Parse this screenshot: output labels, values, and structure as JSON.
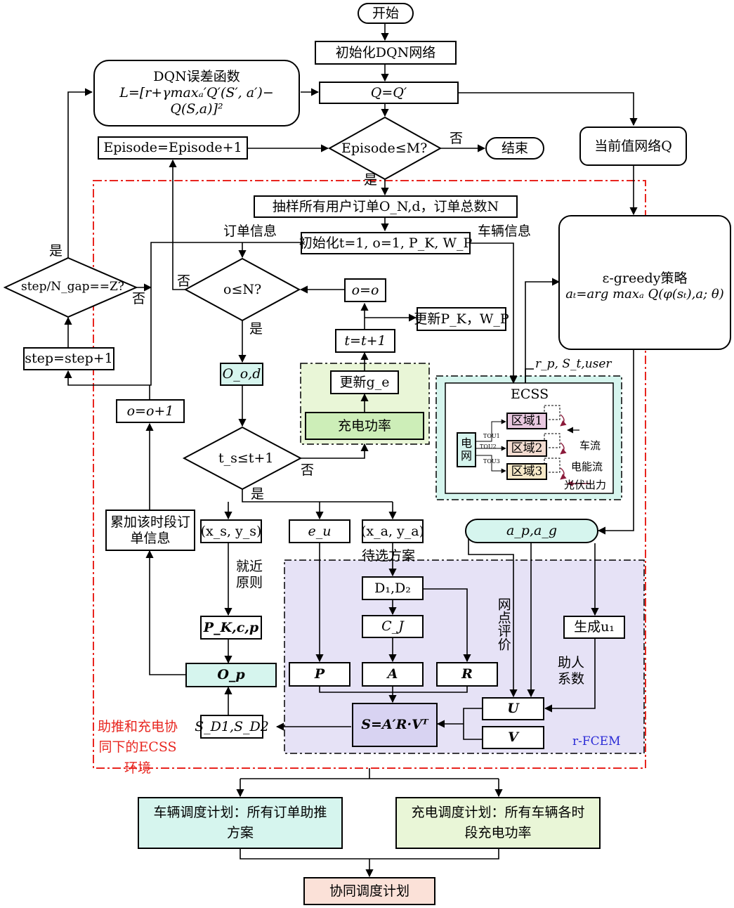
{
  "nodes": {
    "start": "开始",
    "init_dqn": "初始化DQN网络",
    "dqn_loss_title": "DQN误差函数",
    "dqn_loss_l1": "L=[r+γmaxₐ′Q′(S′, a′)−",
    "dqn_loss_l2": "Q(S,a)]²",
    "q_assign": "Q=Q′",
    "episode_inc": "Episode=Episode+1",
    "episode_check": "Episode≤M?",
    "end": "结束",
    "current_q": "当前值网络Q",
    "sample_orders": "抽样所有用户订单O_N,d，订单总数N",
    "init_t": "初始化t=1, o=1, P_K, W_P",
    "order_info": "订单信息",
    "vehicle_info": "车辆信息",
    "egreedy_title": "ε-greedy策略",
    "egreedy_formula": "aₜ=arg maxₐ Q(φ(sₜ),a; θ)",
    "step_check": "step/N_gap==Z?",
    "step_inc": "step=step+1",
    "o_check": "o≤N?",
    "o_eq": "o=o",
    "update_pk": "更新P_K，W_P",
    "t_inc": "t=t+1",
    "update_ge": "更新g_e",
    "charge_power": "充电功率",
    "o_od": "O_o,d",
    "o_inc": "o=o+1",
    "ts_check": "t_s≤t+1",
    "accumulate": "累加该时段订单信息",
    "xs_ys": "(x_s, y_s)",
    "nearest_rule": "就近原则",
    "pk_cp": "P_K,c,p",
    "op": "O_p",
    "sd": "S_D1,S_D2",
    "eu": "e_u",
    "xa_ya": "(x_a, y_a)",
    "candidates": "待选方案",
    "d1d2": "D₁,D₂",
    "cj": "C_J",
    "p": "P",
    "a": "A",
    "r": "R",
    "s_formula": "S=A′R·Vᵀ",
    "ap_ag": "a_p,a_g",
    "gen_u1": "生成u₁",
    "assist_coef": "助人系数",
    "u": "U",
    "v": "V",
    "net_eval": "网点评价",
    "rfcem": "r-FCEM",
    "rp_st": "r_p, S_t,user",
    "ecss": "ECSS",
    "grid": "电网",
    "zone1": "区域1",
    "zone2": "区域2",
    "zone3": "区域3",
    "tou1": "TOU1",
    "tou2": "TOU2",
    "tou3": "TOU3",
    "traffic_flow": "车流",
    "energy_flow": "电能流",
    "pv_output": "光伏出力",
    "env_label": "助推和充电协同下的ECSS环境",
    "vehicle_plan": "车辆调度计划：所有订单助推方案",
    "charge_plan": "充电调度计划：所有车辆各时段充电功率",
    "coop_plan": "协同调度计划"
  },
  "edge_labels": {
    "no": "否",
    "yes": "是"
  },
  "colors": {
    "env_border": "#e8251f",
    "rfcem_label": "#2b2bd6",
    "teal_fill": "#d6f5ee",
    "green_fill": "#e9f6d7",
    "lavender_fill": "#e6e2f6",
    "pink_fill": "#fbe1d8"
  }
}
